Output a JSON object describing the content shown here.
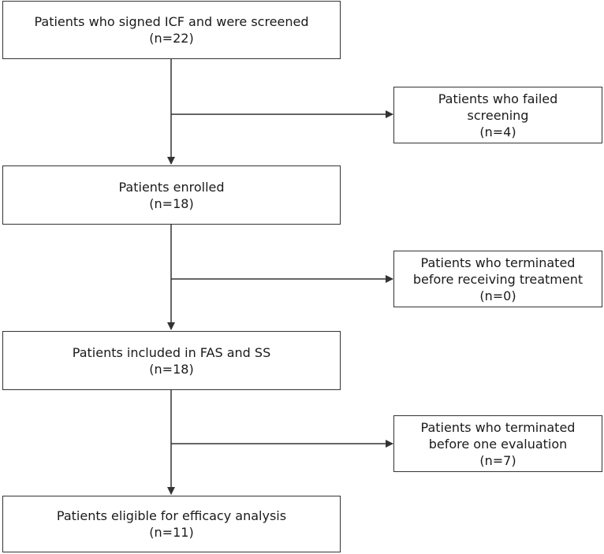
{
  "colors": {
    "stroke": "#333333",
    "text": "#1a1a1a",
    "background": "#ffffff"
  },
  "boxes": {
    "screened": {
      "title": "Patients who signed ICF and were screened",
      "count": "(n=22)"
    },
    "failed": {
      "line1": "Patients who failed",
      "line2": "screening",
      "count": "(n=4)"
    },
    "enrolled": {
      "title": "Patients enrolled",
      "count": "(n=18)"
    },
    "terminated_before_treatment": {
      "line1": "Patients who terminated",
      "line2": "before receiving treatment",
      "count": "(n=0)"
    },
    "fas_ss": {
      "title": "Patients included in FAS and SS",
      "count": "(n=18)"
    },
    "terminated_before_evaluation": {
      "line1": "Patients who terminated",
      "line2": "before one evaluation",
      "count": "(n=7)"
    },
    "eligible": {
      "title": "Patients eligible for efficacy analysis",
      "count": "(n=11)"
    }
  }
}
